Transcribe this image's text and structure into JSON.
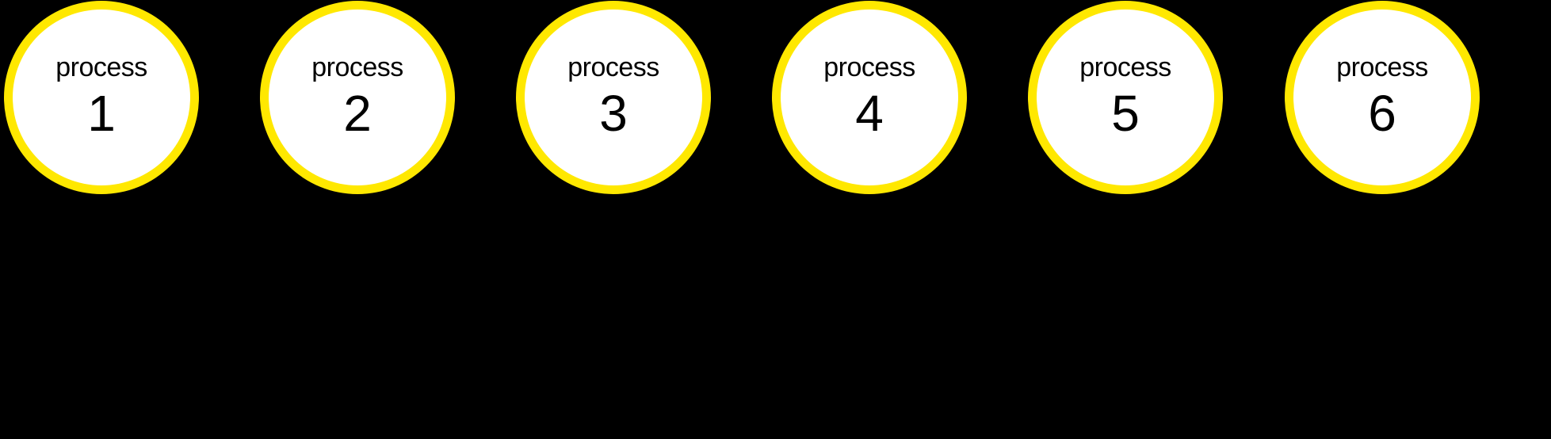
{
  "diagram": {
    "type": "node-diagram",
    "description": "Six disconnected circular process nodes in a row"
  },
  "colors": {
    "background": "#000000",
    "node_fill": "#ffffff",
    "node_border": "#ffe800",
    "text": "#000000"
  },
  "nodes": [
    {
      "label": "process",
      "number": "1"
    },
    {
      "label": "process",
      "number": "2"
    },
    {
      "label": "process",
      "number": "3"
    },
    {
      "label": "process",
      "number": "4"
    },
    {
      "label": "process",
      "number": "5"
    },
    {
      "label": "process",
      "number": "6"
    }
  ]
}
